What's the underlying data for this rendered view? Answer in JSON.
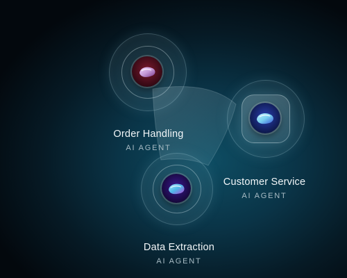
{
  "agents": [
    {
      "id": "order-handling",
      "name": "Order Handling",
      "role": "AI AGENT",
      "orb_colors": [
        "#3a0a14",
        "#7a1a2e",
        "#c69ad8"
      ]
    },
    {
      "id": "customer-service",
      "name": "Customer Service",
      "role": "AI AGENT",
      "orb_colors": [
        "#0a1440",
        "#2a3fb0",
        "#79d0f0"
      ]
    },
    {
      "id": "data-extraction",
      "name": "Data Extraction",
      "role": "AI AGENT",
      "orb_colors": [
        "#180a40",
        "#5a2ac0",
        "#4fb8e8"
      ]
    }
  ],
  "colors": {
    "background_glow": "#0e4d63",
    "background_edge": "#03080d",
    "label_text": "#f2f6f8",
    "role_text": "#a9bcc5"
  },
  "icons": [
    "glossy-orb-icon",
    "glossy-orb-icon",
    "glossy-orb-icon"
  ]
}
